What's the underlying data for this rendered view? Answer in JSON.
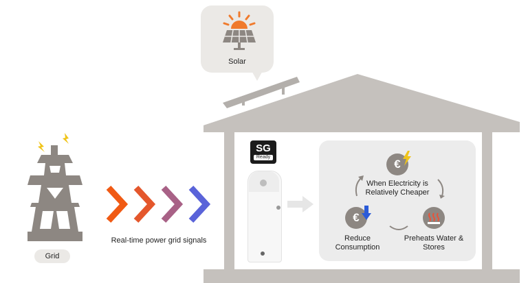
{
  "solar": {
    "label": "Solar"
  },
  "grid": {
    "label": "Grid"
  },
  "signals": {
    "label": "Real-time power grid signals"
  },
  "heat_pump": {
    "badge_text": "SG",
    "badge_subtext": "Ready"
  },
  "cycle": {
    "top_label": "When Electricity is Relatively Cheaper",
    "left_label": "Reduce Consumption",
    "right_label": "Preheats Water & Stores",
    "currency_symbol": "€"
  },
  "colors": {
    "house": "#c5c1bd",
    "tower": "#8d8782",
    "bolt": "#f0c419",
    "sun": "#f07a2c",
    "chevrons": [
      "#f05a14",
      "#e4572c",
      "#a86186",
      "#5a63d9"
    ],
    "down_arrow": "#2b5bd8",
    "heat": "#e8533a"
  },
  "icons": [
    "sun-icon",
    "solar-panel-icon",
    "power-tower-icon",
    "lightning-icon",
    "chevron-right-icon",
    "euro-coin-icon",
    "down-arrow-icon",
    "heating-element-icon",
    "cycle-arrow-icon"
  ]
}
